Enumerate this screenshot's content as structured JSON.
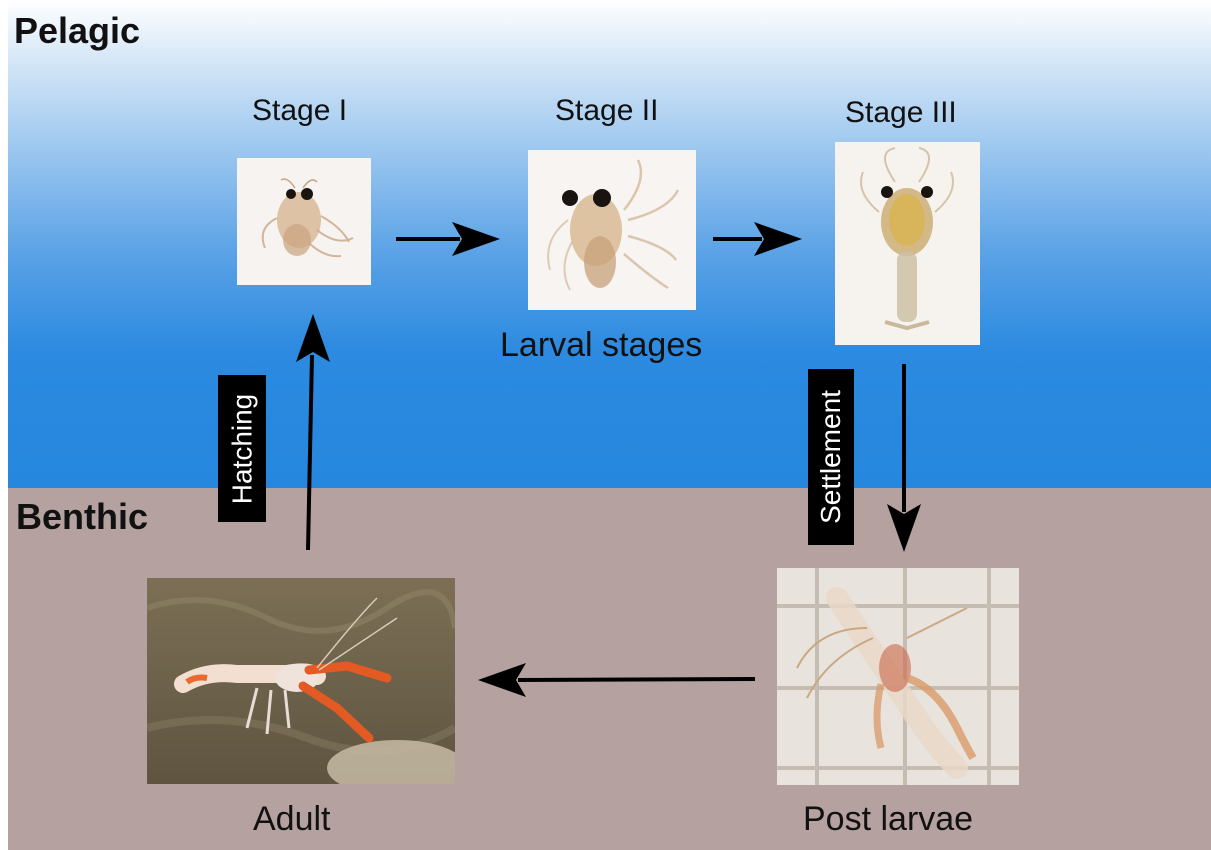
{
  "zones": {
    "pelagic": "Pelagic",
    "benthic": "Benthic"
  },
  "stages": {
    "stage1": "Stage I",
    "stage2": "Stage II",
    "stage3": "Stage III",
    "group_label": "Larval stages"
  },
  "transitions": {
    "hatching": "Hatching",
    "settlement": "Settlement"
  },
  "benthic_stages": {
    "adult": "Adult",
    "post_larvae": "Post larvae"
  }
}
